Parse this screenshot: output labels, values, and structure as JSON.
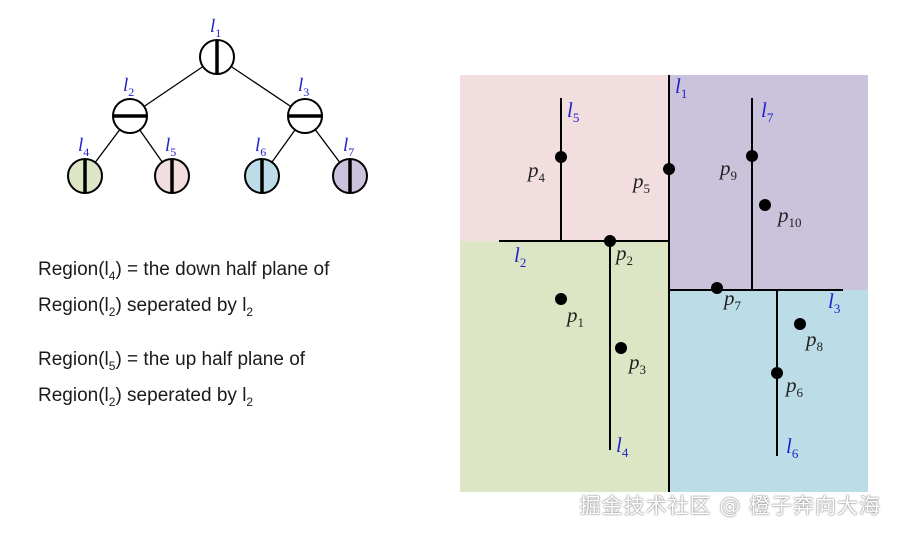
{
  "tree": {
    "nodes": [
      {
        "id": "l1",
        "label": "l",
        "sub": "1",
        "split": "vertical",
        "fill": "#ffffff"
      },
      {
        "id": "l2",
        "label": "l",
        "sub": "2",
        "split": "horizontal",
        "fill": "#ffffff"
      },
      {
        "id": "l3",
        "label": "l",
        "sub": "3",
        "split": "horizontal",
        "fill": "#ffffff"
      },
      {
        "id": "l4",
        "label": "l",
        "sub": "4",
        "split": "vertical",
        "fill": "#dce6c5"
      },
      {
        "id": "l5",
        "label": "l",
        "sub": "5",
        "split": "vertical",
        "fill": "#f2dede"
      },
      {
        "id": "l6",
        "label": "l",
        "sub": "6",
        "split": "vertical",
        "fill": "#bcdde7"
      },
      {
        "id": "l7",
        "label": "l",
        "sub": "7",
        "split": "vertical",
        "fill": "#cbc3dc"
      }
    ],
    "edges": [
      [
        "l1",
        "l2"
      ],
      [
        "l1",
        "l3"
      ],
      [
        "l2",
        "l4"
      ],
      [
        "l2",
        "l5"
      ],
      [
        "l3",
        "l6"
      ],
      [
        "l3",
        "l7"
      ]
    ]
  },
  "descriptions": [
    {
      "line1_pre": "Region(l",
      "line1_sub": "4",
      "line1_post": ") = the down half plane of",
      "line2_pre": "Region(l",
      "line2_sub": "2",
      "line2_post": ") seperated by l",
      "line2_sub2": "2"
    },
    {
      "line1_pre": "Region(l",
      "line1_sub": "5",
      "line1_post": ") = the up half plane of",
      "line2_pre": "Region(l",
      "line2_sub": "2",
      "line2_post": ") seperated by l",
      "line2_sub2": "2"
    }
  ],
  "regions": [
    {
      "id": "region-l5",
      "color": "#f2dede"
    },
    {
      "id": "region-l7",
      "color": "#cbc3dc"
    },
    {
      "id": "region-l4",
      "color": "#dce6c5"
    },
    {
      "id": "region-l6",
      "color": "#bcdde7"
    }
  ],
  "lines": [
    {
      "id": "l1",
      "label": "l",
      "sub": "1"
    },
    {
      "id": "l2",
      "label": "l",
      "sub": "2"
    },
    {
      "id": "l3",
      "label": "l",
      "sub": "3"
    },
    {
      "id": "l4",
      "label": "l",
      "sub": "4"
    },
    {
      "id": "l5",
      "label": "l",
      "sub": "5"
    },
    {
      "id": "l6",
      "label": "l",
      "sub": "6"
    },
    {
      "id": "l7",
      "label": "l",
      "sub": "7"
    }
  ],
  "points": [
    {
      "id": "p1",
      "label": "p",
      "sub": "1"
    },
    {
      "id": "p2",
      "label": "p",
      "sub": "2"
    },
    {
      "id": "p3",
      "label": "p",
      "sub": "3"
    },
    {
      "id": "p4",
      "label": "p",
      "sub": "4"
    },
    {
      "id": "p5",
      "label": "p",
      "sub": "5"
    },
    {
      "id": "p6",
      "label": "p",
      "sub": "6"
    },
    {
      "id": "p7",
      "label": "p",
      "sub": "7"
    },
    {
      "id": "p8",
      "label": "p",
      "sub": "8"
    },
    {
      "id": "p9",
      "label": "p",
      "sub": "9"
    },
    {
      "id": "p10",
      "label": "p",
      "sub": "10"
    }
  ],
  "colors": {
    "line_label": "#2222cc",
    "stroke": "#000000"
  },
  "watermark": "掘金技术社区 @ 橙子奔向大海"
}
